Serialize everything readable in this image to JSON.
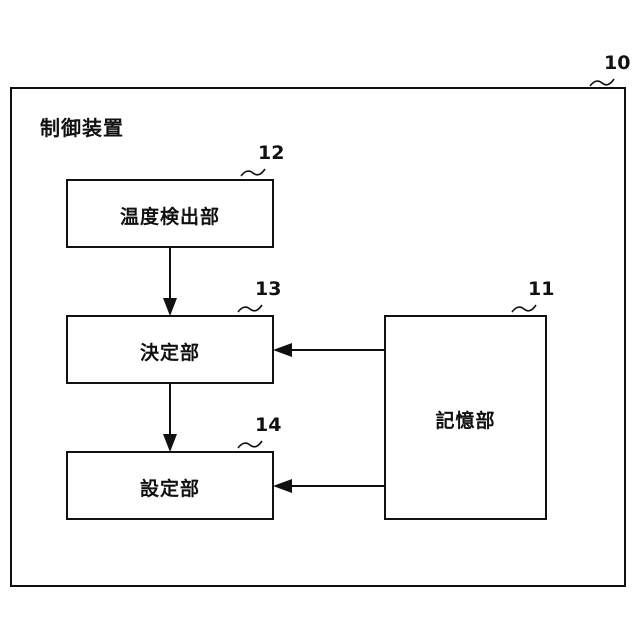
{
  "diagram": {
    "container": {
      "ref": "10",
      "title": "制御装置"
    },
    "blocks": [
      {
        "id": "temp",
        "label": "温度検出部",
        "ref": "12"
      },
      {
        "id": "decide",
        "label": "決定部",
        "ref": "13"
      },
      {
        "id": "setting",
        "label": "設定部",
        "ref": "14"
      },
      {
        "id": "storage",
        "label": "記憶部",
        "ref": "11"
      }
    ]
  }
}
